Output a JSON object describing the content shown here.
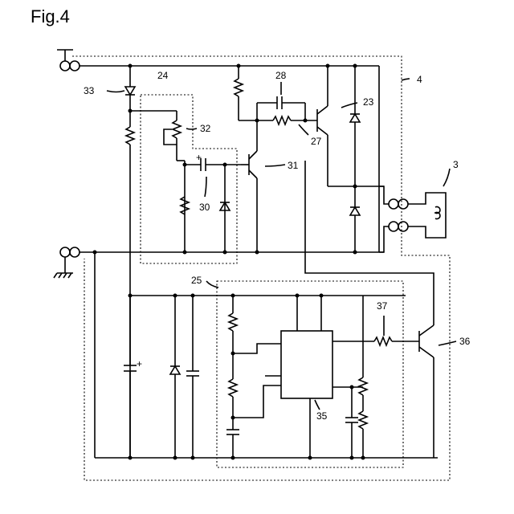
{
  "figure": {
    "title": "Fig.4"
  },
  "labels": {
    "l4": "4",
    "l3": "3",
    "l23": "23",
    "l24": "24",
    "l25": "25",
    "l27": "27",
    "l28": "28",
    "l30": "30",
    "l31": "31",
    "l32": "32",
    "l33": "33",
    "l35": "35",
    "l36": "36",
    "l37": "37",
    "plus1": "+",
    "plus2": "+"
  },
  "colors": {
    "ink": "#000000",
    "background": "#ffffff"
  }
}
